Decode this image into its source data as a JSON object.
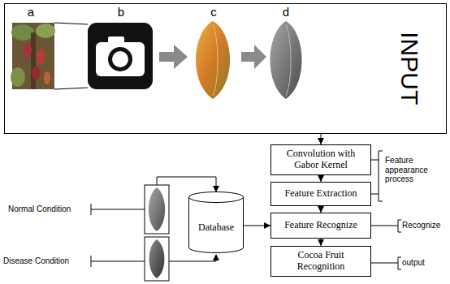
{
  "diagram": {
    "nodes": [
      {
        "text": [
          "INPUT"
        ]
      },
      {
        "text": [
          "Convolution with Gabor Kernel"
        ]
      },
      {
        "text": [
          "Feature Extraction"
        ]
      },
      {
        "text": [
          "Feature Recognize"
        ]
      },
      {
        "text": [
          "Cocoa Fruit Recognition"
        ]
      },
      {
        "text": [
          "Database"
        ]
      }
    ],
    "edges": [
      {
        "from": 0,
        "to": 1,
        "arrow": "to"
      },
      {
        "from": 1,
        "to": 2,
        "arrow": "to"
      },
      {
        "from": 2,
        "to": 3,
        "arrow": "to"
      },
      {
        "from": 3,
        "to": 4,
        "arrow": "to"
      },
      {
        "from": 5,
        "to": 3,
        "arrow": "to"
      }
    ],
    "labels": [
      "a",
      "b",
      "c",
      "d",
      "Feature appearance process",
      "Recognize",
      "output",
      "Normal Condition",
      "Disease Condition"
    ]
  }
}
